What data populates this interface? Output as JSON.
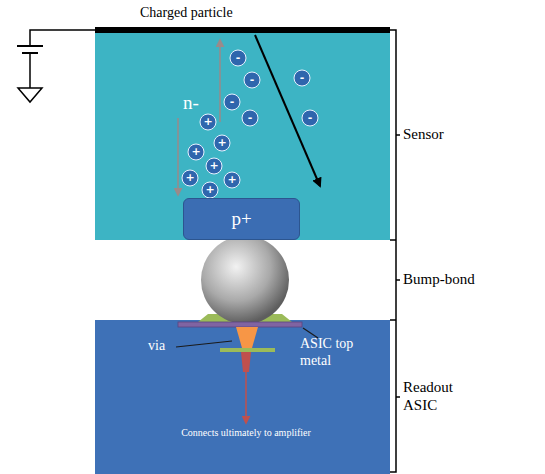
{
  "diagram": {
    "nodes": [
      {
        "text": [
          "n-"
        ]
      },
      {
        "text": [
          "p+"
        ],
        "in": 0
      }
    ],
    "labels": [
      "Charged particle",
      "Sensor",
      "Bump-bond",
      "Readout ASIC",
      "via",
      "ASIC top metal",
      "Connects ultimately to amplifier",
      "+",
      "+",
      "+",
      "+",
      "+",
      "+",
      "+",
      "-",
      "-",
      "-",
      "-",
      "-",
      "-"
    ]
  }
}
